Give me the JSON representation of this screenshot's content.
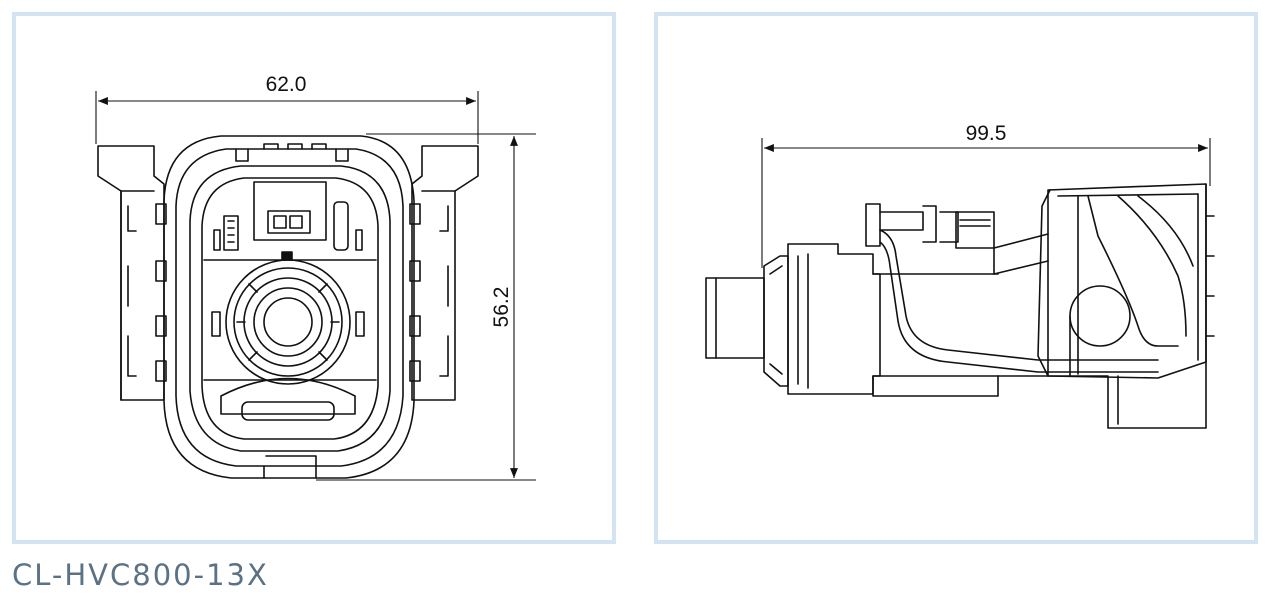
{
  "front_view": {
    "width_dimension": "62.0",
    "height_dimension": "56.2"
  },
  "side_view": {
    "length_dimension": "99.5"
  },
  "model_label": "CL-HVC800-13X",
  "colors": {
    "panel_border": "#d3e3f1",
    "label_text": "#5b7184",
    "line": "#111111"
  }
}
